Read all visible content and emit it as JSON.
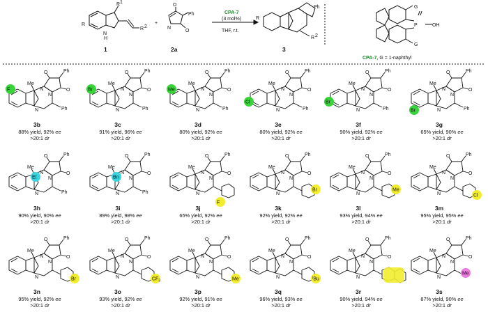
{
  "header": {
    "reactant1_label": "1",
    "reactant2_label": "2a",
    "product_label": "3",
    "catalyst_name": "CPA-7",
    "catalyst_loading": "(3 mol%)",
    "conditions": "THF, r.t.",
    "catalyst_caption_name": "CPA-7",
    "catalyst_caption_detail": ", G = 1-naphthyl",
    "atoms": {
      "R": "R",
      "R1": "R",
      "R1_sup": "1",
      "R2": "R",
      "R2_sup": "2",
      "N": "N",
      "NH": "N",
      "H": "H",
      "O": "O",
      "Ph": "Ph",
      "G": "G",
      "P": "P",
      "OH": "OH"
    },
    "plus": "+"
  },
  "highlight_colors": {
    "halogen": "#39d43a",
    "methyl_green": "#39d43a",
    "alkyl_cyan": "#3ad4e0",
    "aryl_yellow": "#f2ec2e",
    "methyl_pink": "#ee7be0"
  },
  "product_atoms": {
    "Me_dot": "Me",
    "Ph": "Ph",
    "N": "N",
    "O": "O"
  },
  "compounds": [
    {
      "id": "3b",
      "yield": "88% yield, 92% ",
      "ee": "ee",
      "dr": ">20:1 ",
      "dr_i": "dr",
      "sub": "F",
      "sub_color": "halogen",
      "sub_pos": "top-left",
      "aryl": "Ph"
    },
    {
      "id": "3c",
      "yield": "91% yield, 96% ",
      "ee": "ee",
      "dr": ">20:1 ",
      "dr_i": "dr",
      "sub": "Br",
      "sub_color": "halogen",
      "sub_pos": "top-left",
      "aryl": "Ph"
    },
    {
      "id": "3d",
      "yield": "80% yield, 92% ",
      "ee": "ee",
      "dr": ">20:1 ",
      "dr_i": "dr",
      "sub": "Me",
      "sub_color": "methyl_green",
      "sub_pos": "top-left",
      "aryl": "Ph"
    },
    {
      "id": "3e",
      "yield": "80% yield, 92% ",
      "ee": "ee",
      "dr": ">20:1 ",
      "dr_i": "dr",
      "sub": "Cl",
      "sub_color": "halogen",
      "sub_pos": "left",
      "aryl": "Ph"
    },
    {
      "id": "3f",
      "yield": "90% yield, 92% ",
      "ee": "ee",
      "dr": ">20:1 ",
      "dr_i": "dr",
      "sub": "Br",
      "sub_color": "halogen",
      "sub_pos": "left",
      "aryl": "Ph"
    },
    {
      "id": "3g",
      "yield": "65% yield, 90% ",
      "ee": "ee",
      "dr": ">20:1 ",
      "dr_i": "dr",
      "sub": "Br",
      "sub_color": "halogen",
      "sub_pos": "bottom",
      "aryl": "Ph"
    },
    {
      "id": "3h",
      "yield": "90% yield, 90% ",
      "ee": "ee",
      "dr": ">20:1 ",
      "dr_i": "dr",
      "sub": "Et",
      "sub_color": "alkyl_cyan",
      "sub_pos": "core",
      "aryl": "Ph"
    },
    {
      "id": "3i",
      "yield": "89% yield, 98% ",
      "ee": "ee",
      "dr": ">20:1 ",
      "dr_i": "dr",
      "sub": "Bn",
      "sub_color": "alkyl_cyan",
      "sub_pos": "core",
      "aryl": "Ph"
    },
    {
      "id": "3j",
      "yield": "65% yield, 92% ",
      "ee": "ee",
      "dr": ">20:1 ",
      "dr_i": "dr",
      "sub": "F",
      "sub_color": "aryl_yellow",
      "sub_pos": "aryl-ortho",
      "aryl": ""
    },
    {
      "id": "3k",
      "yield": "92% yield, 92% ",
      "ee": "ee",
      "dr": ">20:1 ",
      "dr_i": "dr",
      "sub": "Br",
      "sub_color": "aryl_yellow",
      "sub_pos": "aryl-meta",
      "aryl": ""
    },
    {
      "id": "3l",
      "yield": "93% yield, 94% ",
      "ee": "ee",
      "dr": ">20:1 ",
      "dr_i": "dr",
      "sub": "Me",
      "sub_color": "aryl_yellow",
      "sub_pos": "aryl-meta",
      "aryl": ""
    },
    {
      "id": "3m",
      "yield": "95% yield, 95% ",
      "ee": "ee",
      "dr": ">20:1 ",
      "dr_i": "dr",
      "sub": "Cl",
      "sub_color": "aryl_yellow",
      "sub_pos": "aryl-para",
      "aryl": ""
    },
    {
      "id": "3n",
      "yield": "95% yield, 92% ",
      "ee": "ee",
      "dr": ">20:1 ",
      "dr_i": "dr",
      "sub": "Br",
      "sub_color": "aryl_yellow",
      "sub_pos": "aryl-para",
      "aryl": ""
    },
    {
      "id": "3o",
      "yield": "93% yield, 92% ",
      "ee": "ee",
      "dr": ">20:1 ",
      "dr_i": "dr",
      "sub": "CF",
      "sub_sub": "3",
      "sub_color": "aryl_yellow",
      "sub_pos": "aryl-para",
      "aryl": ""
    },
    {
      "id": "3p",
      "yield": "92% yield, 91% ",
      "ee": "ee",
      "dr": ">20:1 ",
      "dr_i": "dr",
      "sub": "Me",
      "sub_color": "aryl_yellow",
      "sub_pos": "aryl-para",
      "aryl": ""
    },
    {
      "id": "3q",
      "yield": "96% yield, 93% ",
      "ee": "ee",
      "dr": ">20:1 ",
      "dr_i": "dr",
      "sub": "Bu",
      "sub_sup": "t",
      "sub_color": "aryl_yellow",
      "sub_pos": "aryl-para",
      "aryl": ""
    },
    {
      "id": "3r",
      "yield": "90% yield, 94% ",
      "ee": "ee",
      "dr": ">20:1 ",
      "dr_i": "dr",
      "sub": "",
      "sub_color": "aryl_yellow",
      "sub_pos": "naphthyl",
      "aryl": ""
    },
    {
      "id": "3s",
      "yield": "87% yield, 90% ",
      "ee": "ee",
      "dr": ">20:1 ",
      "dr_i": "dr",
      "sub": "Me",
      "sub_color": "methyl_pink",
      "sub_pos": "alkyl",
      "aryl": ""
    }
  ]
}
